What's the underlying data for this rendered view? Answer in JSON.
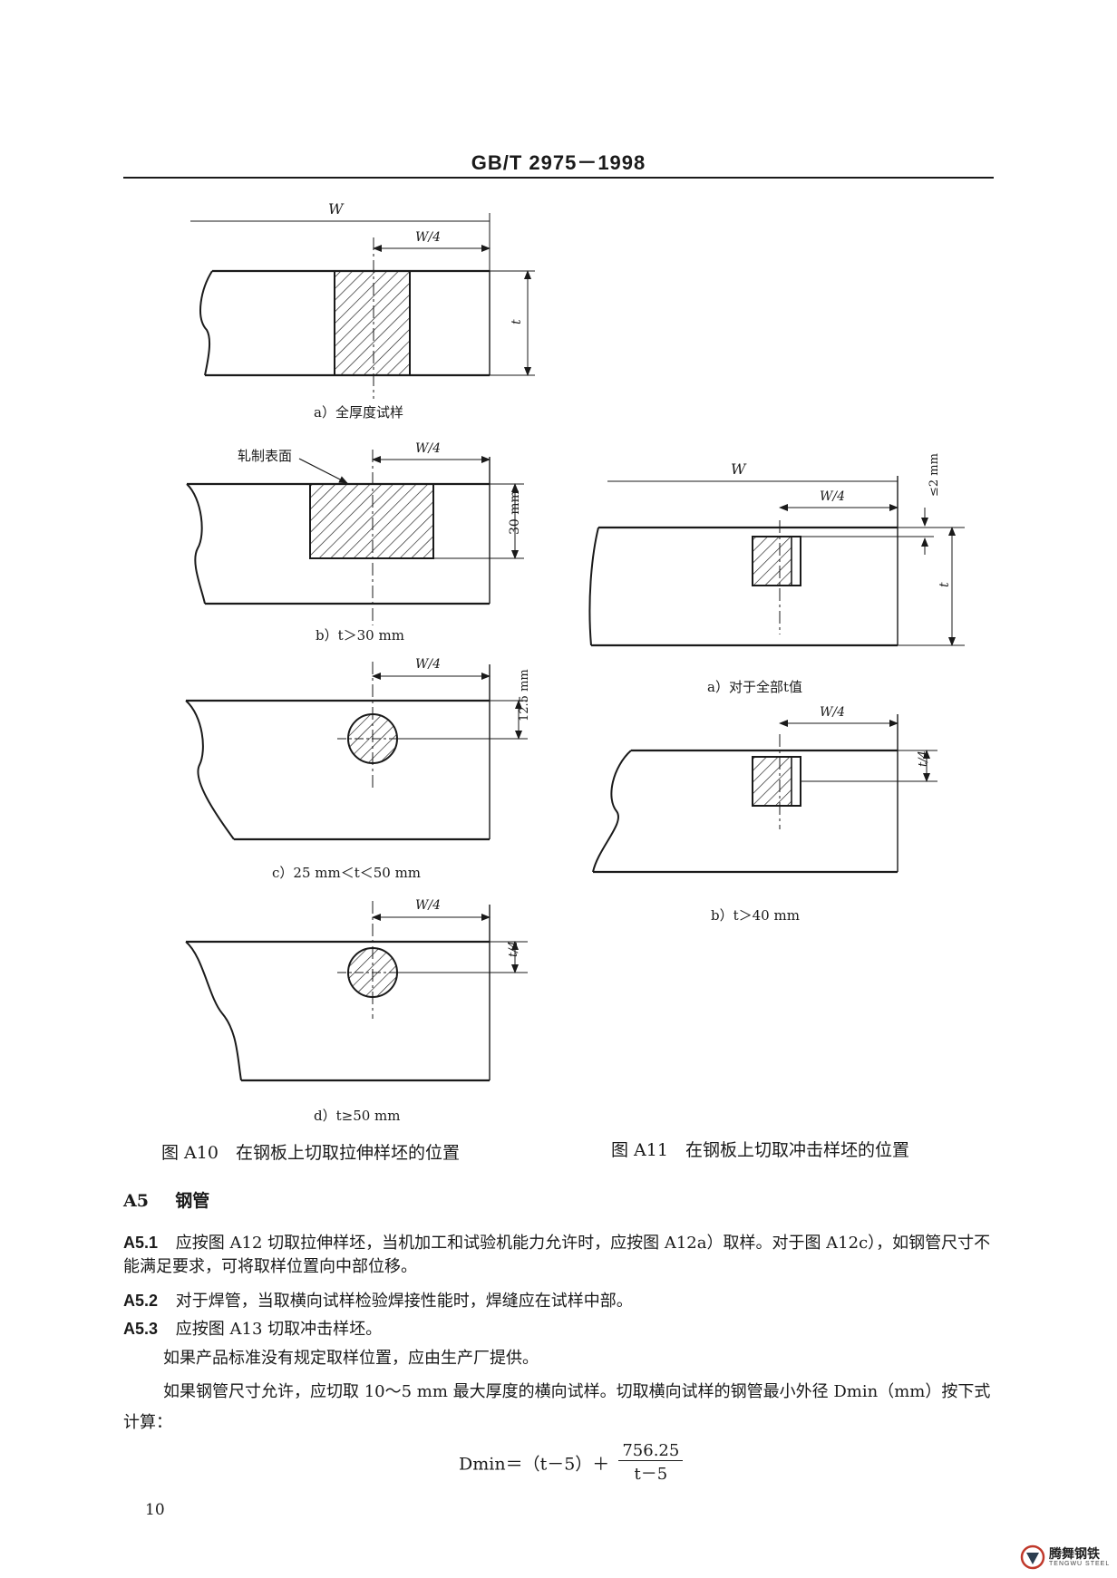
{
  "header": {
    "code": "GB/T 2975－1998"
  },
  "figA10": {
    "a": {
      "w_label": "W",
      "w4_label": "W/4",
      "t_label": "t",
      "caption": "a）全厚度试样"
    },
    "b": {
      "surface_label": "轧制表面",
      "w4_label": "W/4",
      "dim_label": "30 mm",
      "caption": "b）t＞30 mm"
    },
    "c": {
      "w4_label": "W/4",
      "dim_label": "12.5 mm",
      "caption": "c）25 mm＜t＜50 mm"
    },
    "d": {
      "w4_label": "W/4",
      "dim_label": "t/4",
      "caption": "d）t≥50 mm"
    },
    "title": "图 A10　在钢板上切取拉伸样坯的位置"
  },
  "figA11": {
    "a": {
      "w_label": "W",
      "w4_label": "W/4",
      "edge_label": "≤2 mm",
      "t_label": "t",
      "caption": "a）对于全部t值"
    },
    "b": {
      "w4_label": "W/4",
      "dim_label": "t/4",
      "caption": "b）t＞40 mm"
    },
    "title": "图 A11　在钢板上切取冲击样坯的位置"
  },
  "section": {
    "number": "A5",
    "title": "钢管"
  },
  "clauses": [
    {
      "id": "A5.1",
      "text": "应按图 A12 切取拉伸样坯，当机加工和试验机能力允许时，应按图 A12a）取样。对于图 A12c），如钢管尺寸不能满足要求，可将取样位置向中部位移。"
    },
    {
      "id": "A5.2",
      "text": "对于焊管，当取横向试样检验焊接性能时，焊缝应在试样中部。"
    },
    {
      "id": "A5.3",
      "text": "应按图 A13 切取冲击样坯。"
    }
  ],
  "paragraphs": [
    "如果产品标准没有规定取样位置，应由生产厂提供。",
    "如果钢管尺寸允许，应切取 10～5 mm 最大厚度的横向试样。切取横向试样的钢管最小外径 Dmin（mm）按下式计算："
  ],
  "formula": {
    "lhs": "Dmin＝（t－5）＋",
    "numerator": "756.25",
    "denominator": "t－5"
  },
  "page_number": "10",
  "logo": {
    "cn": "腾舞钢铁",
    "en": "TENGWU STEEL"
  }
}
